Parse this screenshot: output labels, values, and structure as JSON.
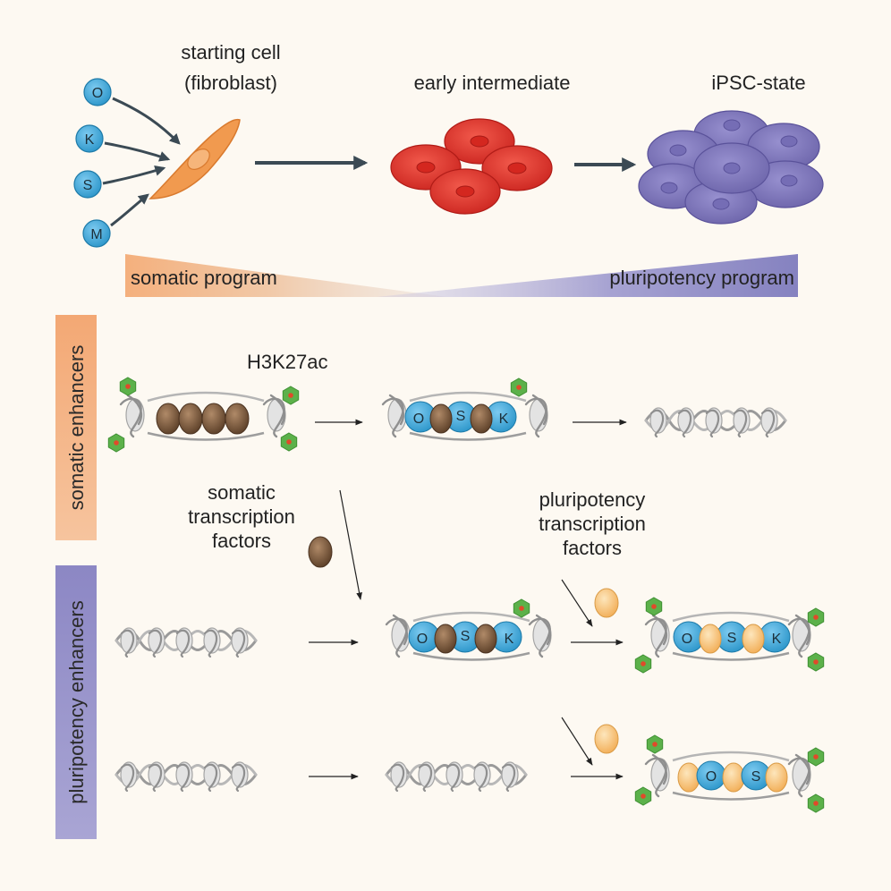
{
  "labels": {
    "starting_cell": "starting cell",
    "starting_cell_sub": "(fibroblast)",
    "early_intermediate": "early intermediate",
    "ipsc_state": "iPSC-state",
    "somatic_program": "somatic program",
    "pluripotency_program": "pluripotency program",
    "somatic_enhancers": "somatic enhancers",
    "pluripotency_enhancers": "pluripotency enhancers",
    "h3k27ac": "H3K27ac",
    "somatic_tf_1": "somatic",
    "somatic_tf_2": "transcription",
    "somatic_tf_3": "factors",
    "pluri_tf_1": "pluripotency",
    "pluri_tf_2": "transcription",
    "pluri_tf_3": "factors"
  },
  "factors": [
    "O",
    "K",
    "S",
    "M"
  ],
  "complexes": {
    "somatic_mid": [
      "O",
      "S",
      "K"
    ],
    "pluri_row1_mid": [
      "O",
      "S",
      "K"
    ],
    "pluri_row1_end": [
      "O",
      "S",
      "K"
    ],
    "pluri_row2_end": [
      "O",
      "S"
    ]
  },
  "colors": {
    "background": "#fdf9f2",
    "factor_blue": "#3aa7d9",
    "fibroblast": "#f19a4f",
    "intermediate_red": "#e0332c",
    "ipsc_purple": "#7c74b8",
    "somatic_tf_brown": "#7a5a3c",
    "pluri_tf_yellow": "#f7c47a",
    "acetyl_green": "#5cb14a",
    "somatic_band": "#f3b383",
    "pluri_band": "#8a85c0",
    "arrow": "#3b4a54"
  }
}
